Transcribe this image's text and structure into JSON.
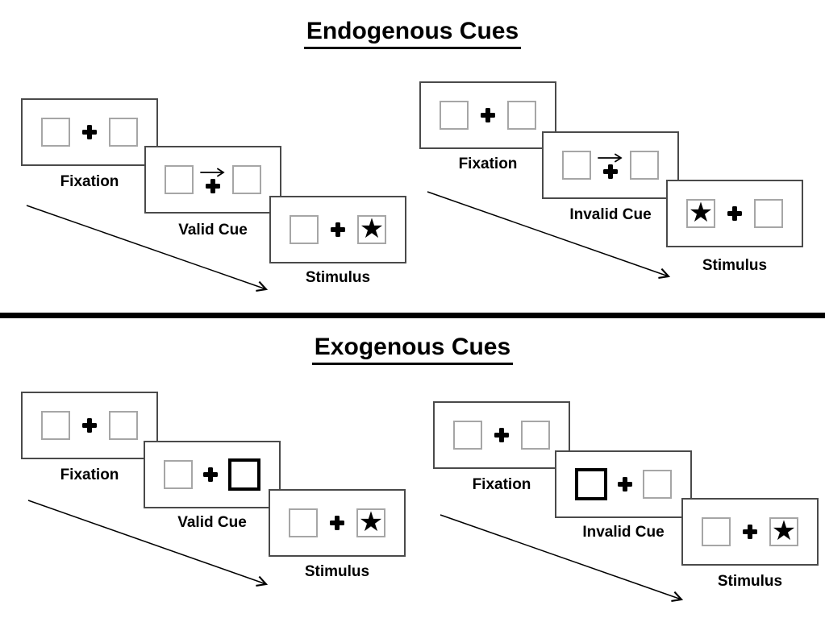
{
  "page": {
    "background": "#ffffff"
  },
  "colors": {
    "ink": "#000000",
    "square_border": "#a6a6a6",
    "panel_border": "#4a4a4a"
  },
  "icons": {
    "star_glyph": "★",
    "fixation_cross": "plus-cross",
    "cue_arrow": "right-arrow",
    "timeline_arrow": "diagonal-down-right-arrow"
  },
  "sections": [
    {
      "title": "Endogenous Cues",
      "groups": [
        {
          "name": "valid-trial",
          "panels": [
            {
              "label": "Fixation",
              "type": "fixation"
            },
            {
              "label": "Valid Cue",
              "type": "arrow-cue",
              "cue_direction": "right"
            },
            {
              "label": "Stimulus",
              "type": "stimulus",
              "star_side": "right"
            }
          ]
        },
        {
          "name": "invalid-trial",
          "panels": [
            {
              "label": "Fixation",
              "type": "fixation"
            },
            {
              "label": "Invalid Cue",
              "type": "arrow-cue",
              "cue_direction": "right"
            },
            {
              "label": "Stimulus",
              "type": "stimulus",
              "star_side": "left"
            }
          ]
        }
      ]
    },
    {
      "title": "Exogenous Cues",
      "groups": [
        {
          "name": "valid-trial",
          "panels": [
            {
              "label": "Fixation",
              "type": "fixation"
            },
            {
              "label": "Valid Cue",
              "type": "box-cue",
              "cue_side": "right"
            },
            {
              "label": "Stimulus",
              "type": "stimulus",
              "star_side": "right"
            }
          ]
        },
        {
          "name": "invalid-trial",
          "panels": [
            {
              "label": "Fixation",
              "type": "fixation"
            },
            {
              "label": "Invalid Cue",
              "type": "box-cue",
              "cue_side": "left"
            },
            {
              "label": "Stimulus",
              "type": "stimulus",
              "star_side": "right"
            }
          ]
        }
      ]
    }
  ]
}
